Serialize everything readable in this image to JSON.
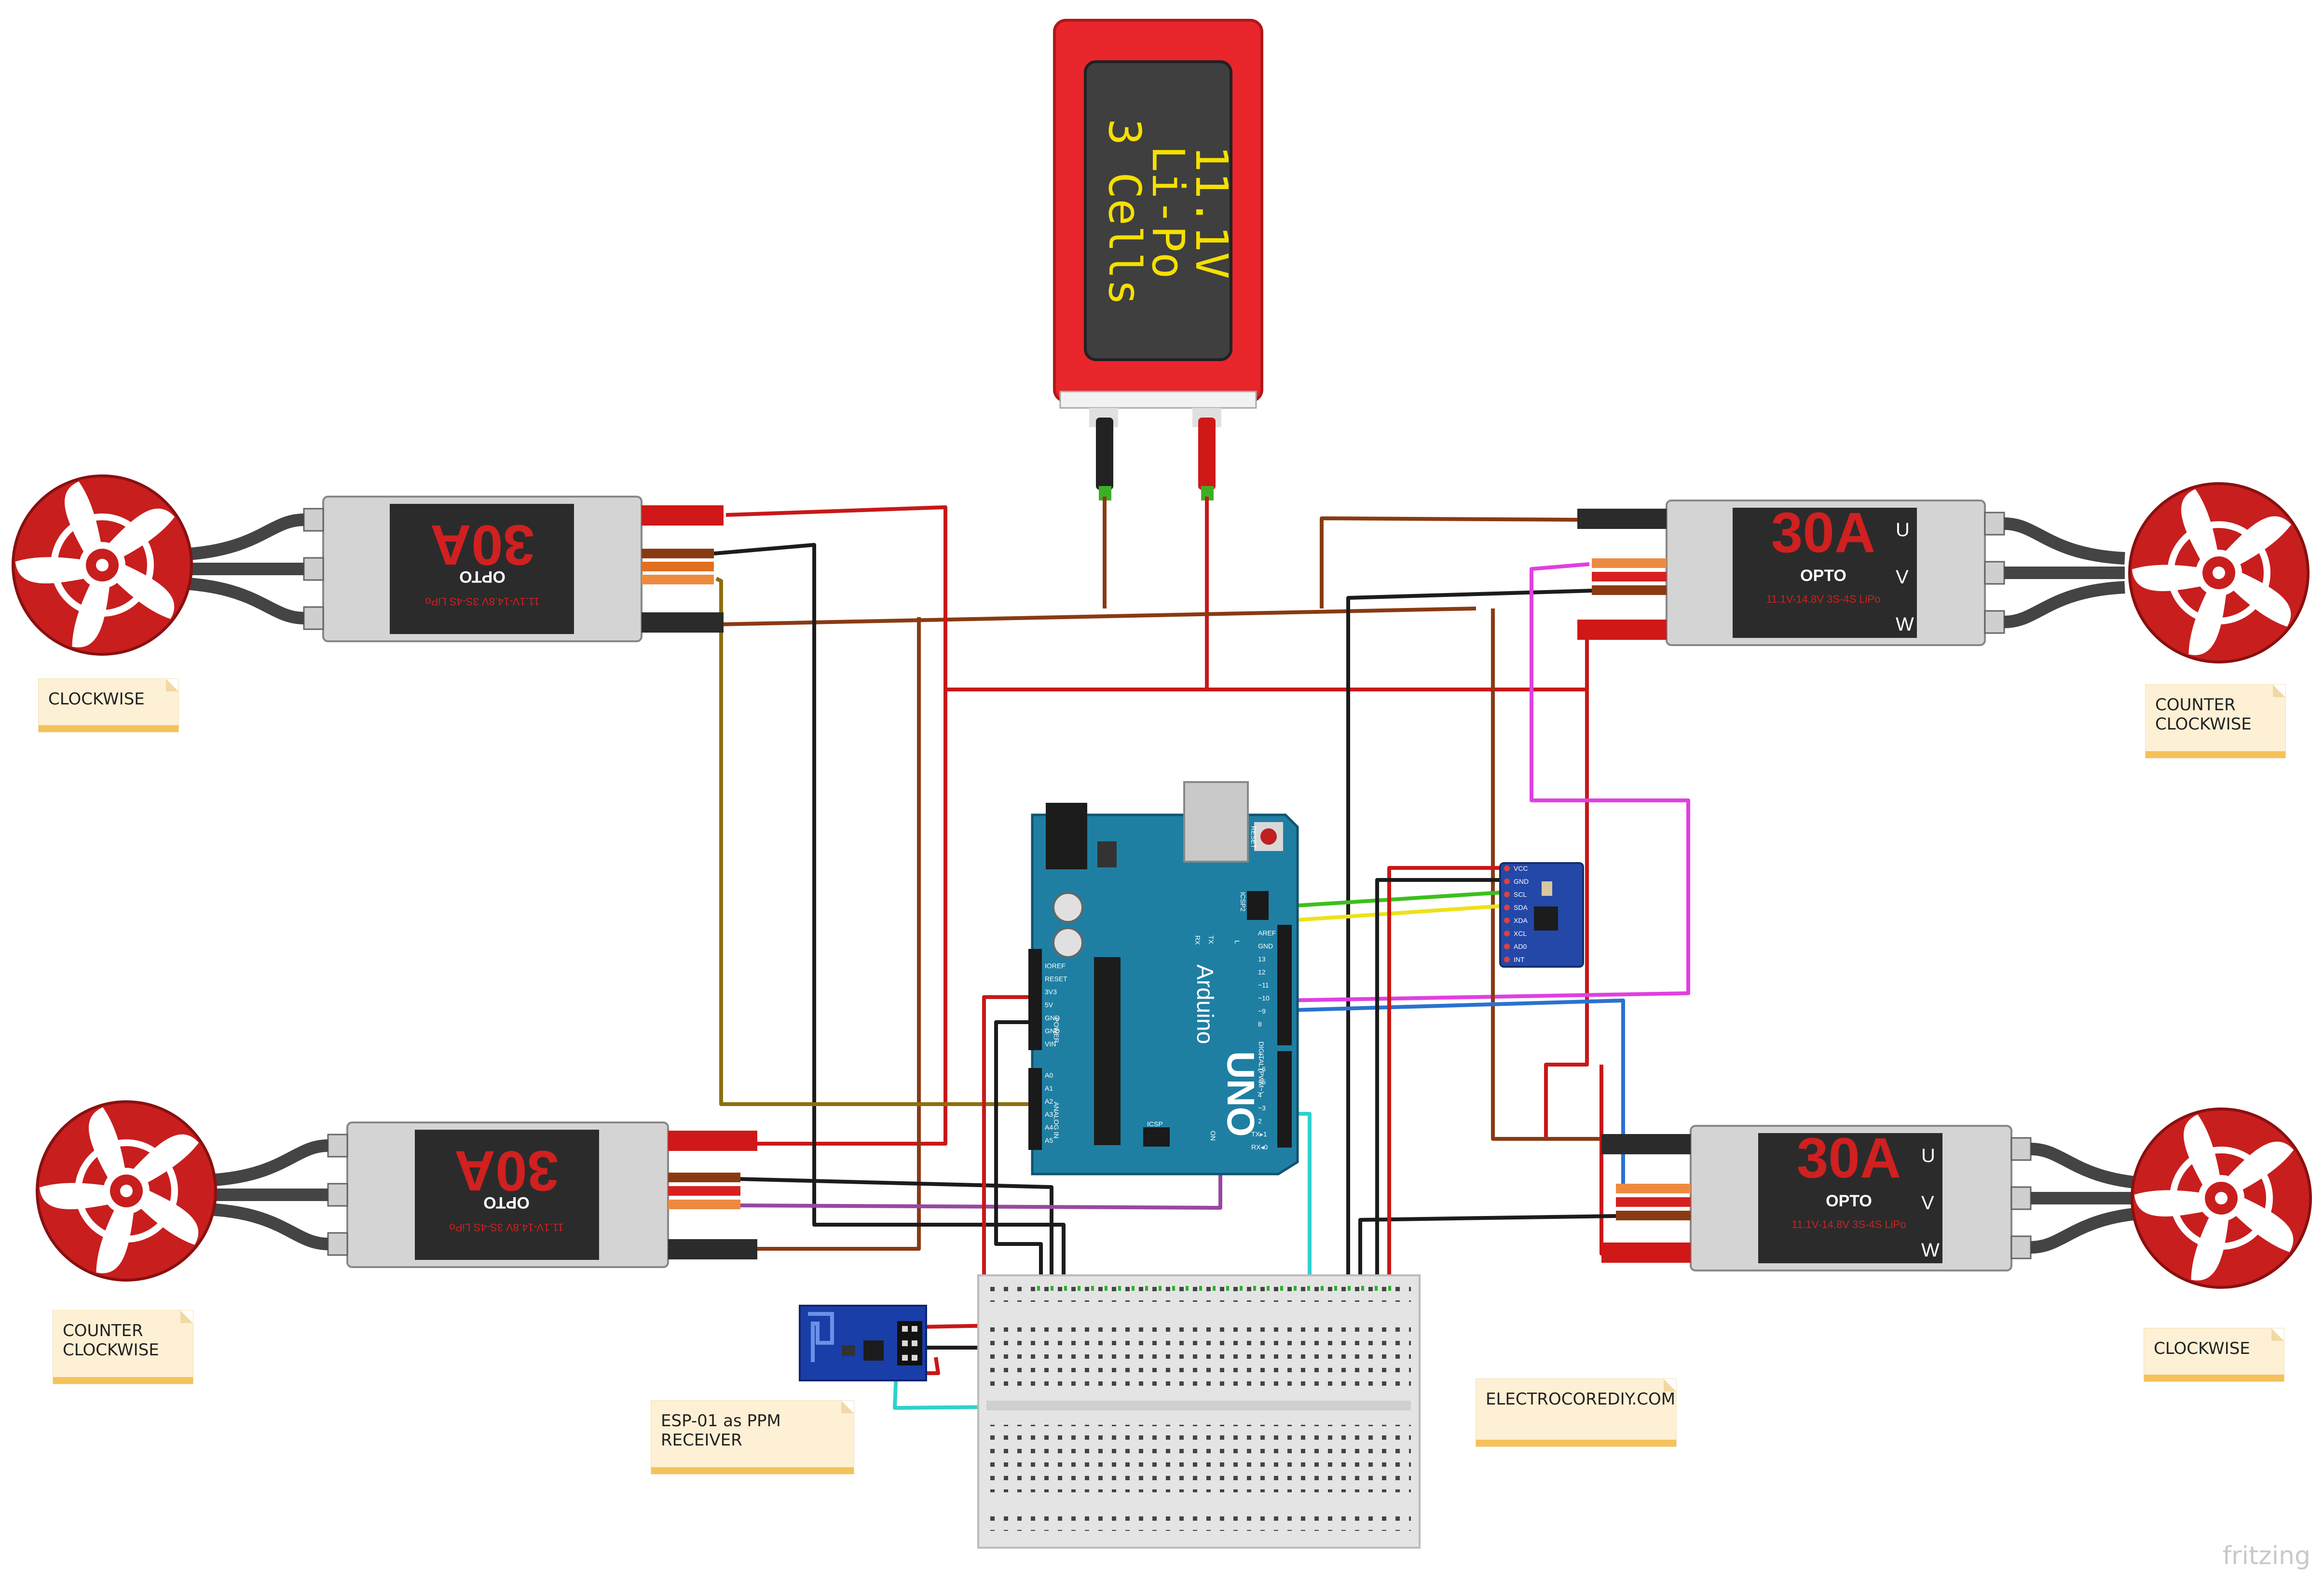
{
  "battery": {
    "voltage": "11.1V",
    "chemistry": "Li-Po",
    "cells": "3 Cells"
  },
  "esc": {
    "rating": "30A",
    "brand": "OPTO",
    "spec": "11.1V-14.8V 3S-4S LiPo",
    "phase_u": "U",
    "phase_v": "V",
    "phase_w": "W"
  },
  "notes": {
    "top_left": [
      "CLOCKWISE"
    ],
    "top_right": [
      "COUNTER",
      "CLOCKWISE"
    ],
    "bottom_left": [
      "COUNTER",
      "CLOCKWISE"
    ],
    "bottom_right": [
      "CLOCKWISE"
    ],
    "esp": [
      "ESP-01 as PPM",
      "RECEIVER"
    ],
    "site": [
      "ELECTROCOREDIY.COM"
    ]
  },
  "arduino": {
    "brand": "Arduino",
    "model": "UNO",
    "reset": "RESET",
    "icsp": "ICSP",
    "icsp2": "ICSP2",
    "tx": "TX",
    "rx": "RX",
    "led_l": "L",
    "on": "ON",
    "power": "POWER",
    "analog_in": "ANALOG IN",
    "digital": "DIGITAL (PWM~)",
    "power_pins": [
      "IOREF",
      "RESET",
      "3V3",
      "5V",
      "GND",
      "GND",
      "VIN"
    ],
    "analog_pins": [
      "A0",
      "A1",
      "A2",
      "A3",
      "A4",
      "A5"
    ],
    "digital_pins": [
      "AREF",
      "GND",
      "13",
      "12",
      "~11",
      "~10",
      "~9",
      "8",
      "7",
      "~6",
      "~5",
      "4",
      "~3",
      "2",
      "TX▸1",
      "RX◂0"
    ]
  },
  "imu": {
    "pins": [
      "VCC",
      "GND",
      "SCL",
      "SDA",
      "XDA",
      "XCL",
      "AD0",
      "INT"
    ]
  },
  "watermark": "fritzing",
  "colors": {
    "wire_red": "#c81818",
    "wire_black": "#1c1c1c",
    "wire_brown": "#8a3a12",
    "wire_olive": "#8a7010",
    "wire_green": "#3cc01c",
    "wire_yellow": "#ece21a",
    "wire_magenta": "#e040e0",
    "wire_blue": "#2a72d0",
    "wire_cyan": "#30d0d0",
    "wire_purple": "#9848a0",
    "battery_red": "#e8262c",
    "board_teal": "#1f7fa3",
    "propeller_red": "#c81e1e",
    "note_bg": "#fdf0d5",
    "note_edge": "#f5c15a"
  }
}
